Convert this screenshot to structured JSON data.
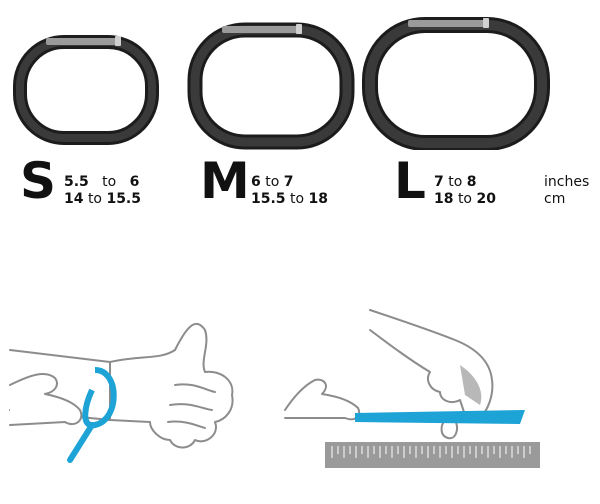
{
  "sizes": [
    {
      "letter": "S",
      "inches_from": "5.5",
      "inches_sep": "to",
      "inches_to": "6",
      "cm_from": "14",
      "cm_sep": "to",
      "cm_to": "15.5"
    },
    {
      "letter": "M",
      "inches_from": "6",
      "inches_sep": "to",
      "inches_to": "7",
      "cm_from": "15.5",
      "cm_sep": "to",
      "cm_to": "18"
    },
    {
      "letter": "L",
      "inches_from": "7",
      "inches_sep": "to",
      "inches_to": "8",
      "cm_from": "18",
      "cm_sep": "to",
      "cm_to": "20"
    }
  ],
  "units": {
    "inches": "inches",
    "cm": "cm"
  },
  "colors": {
    "band": "#2b2b2b",
    "band_edge": "#1a1a1a",
    "tape": "#1ea3d6",
    "ruler": "#9a9a9a",
    "sketch": "#8c8c8c"
  },
  "icons": {
    "band_small": "wristband-small-icon",
    "band_medium": "wristband-medium-icon",
    "band_large": "wristband-large-icon",
    "wrist_measure": "wrist-tape-illustration",
    "tape_ruler": "tape-ruler-illustration"
  }
}
